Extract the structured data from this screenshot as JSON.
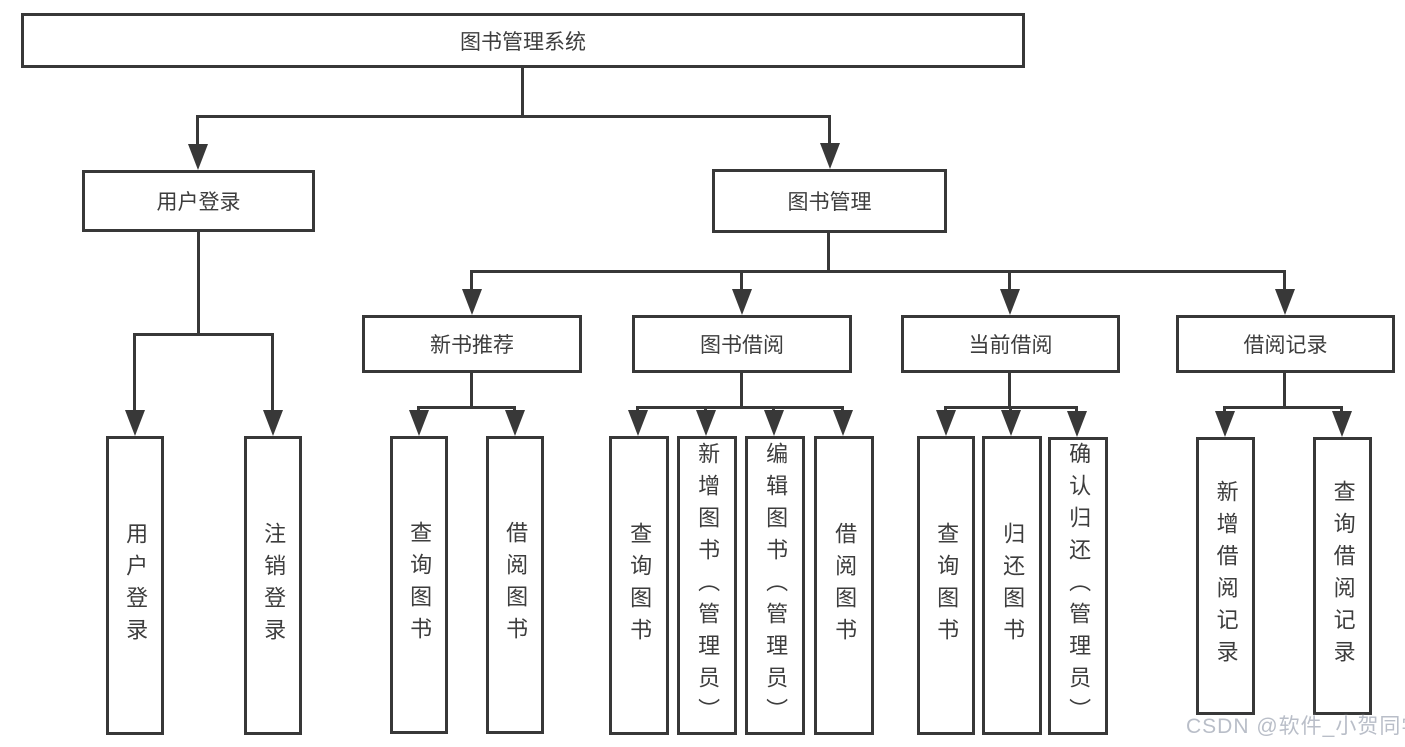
{
  "root": {
    "label": "图书管理系统"
  },
  "branches": [
    {
      "label": "用户登录",
      "children": [
        {
          "label": "用户登录"
        },
        {
          "label": "注销登录"
        }
      ]
    },
    {
      "label": "图书管理",
      "children": [
        {
          "label": "新书推荐",
          "children": [
            {
              "label": "查询图书"
            },
            {
              "label": "借阅图书"
            }
          ]
        },
        {
          "label": "图书借阅",
          "children": [
            {
              "label": "查询图书"
            },
            {
              "label": "新增图书（管理员）"
            },
            {
              "label": "编辑图书（管理员）"
            },
            {
              "label": "借阅图书"
            }
          ]
        },
        {
          "label": "当前借阅",
          "children": [
            {
              "label": "查询图书"
            },
            {
              "label": "归还图书"
            },
            {
              "label": "确认归还（管理员）"
            }
          ]
        },
        {
          "label": "借阅记录",
          "children": [
            {
              "label": "新增借阅记录"
            },
            {
              "label": "查询借阅记录"
            }
          ]
        }
      ]
    }
  ],
  "watermark": {
    "label": "CSDN @软件_小贺同学"
  },
  "colors": {
    "line": "#383838",
    "text": "#3d3d3d",
    "background": "#ffffff",
    "watermark": "#b9bec8"
  }
}
